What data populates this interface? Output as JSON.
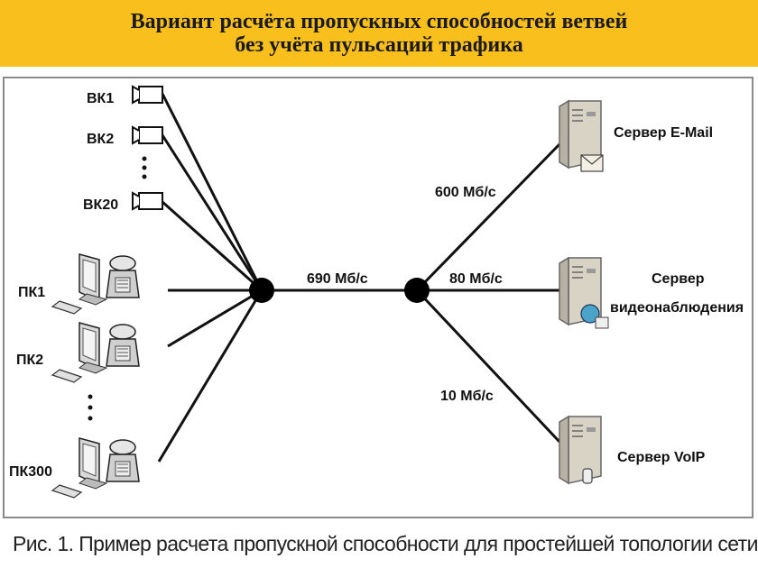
{
  "header": {
    "title_line1": "Вариант расчёта пропускных способностей ветвей",
    "title_line2": "без учёта пульсаций трафика"
  },
  "diagram": {
    "cameras": [
      "ВК1",
      "ВК2",
      "ВК20"
    ],
    "pcs": [
      "ПК1",
      "ПК2",
      "ПК300"
    ],
    "links": {
      "trunk": "690 Мб/с",
      "email": "600 Мб/с",
      "video": "80 Мб/с",
      "voip": "10 Мб/с"
    },
    "servers": {
      "email": "Сервер E-Mail",
      "video_line1": "Сервер",
      "video_line2": "видеонаблюдения",
      "voip": "Сервер VoIP"
    }
  },
  "caption": "Рис. 1. Пример расчета пропускной способности для простейшей топологии сети",
  "colors": {
    "header_bg": "#f9bf1c",
    "line": "#111111",
    "frame": "#8a8a8a",
    "server_body": "#d8d3c4"
  }
}
